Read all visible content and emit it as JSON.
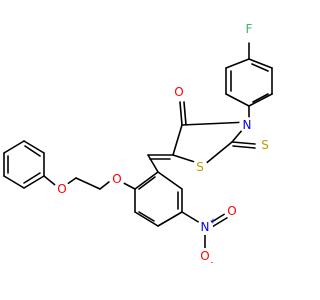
{
  "colors": {
    "bond": "#000000",
    "O": "#ff0000",
    "N": "#0000ff",
    "S": "#b8a000",
    "F": "#3cb371"
  },
  "atoms": {
    "F": "F",
    "S_thione": "S",
    "S_ring": "S",
    "N_ring": "N",
    "O_carbonyl": "O",
    "O_ether1": "O",
    "O_ether2": "O",
    "N_nitro": "N",
    "N_nitro_charge": "+",
    "O_nitro_single": "O",
    "O_nitro_single_charge": "-",
    "O_nitro_double": "O"
  }
}
